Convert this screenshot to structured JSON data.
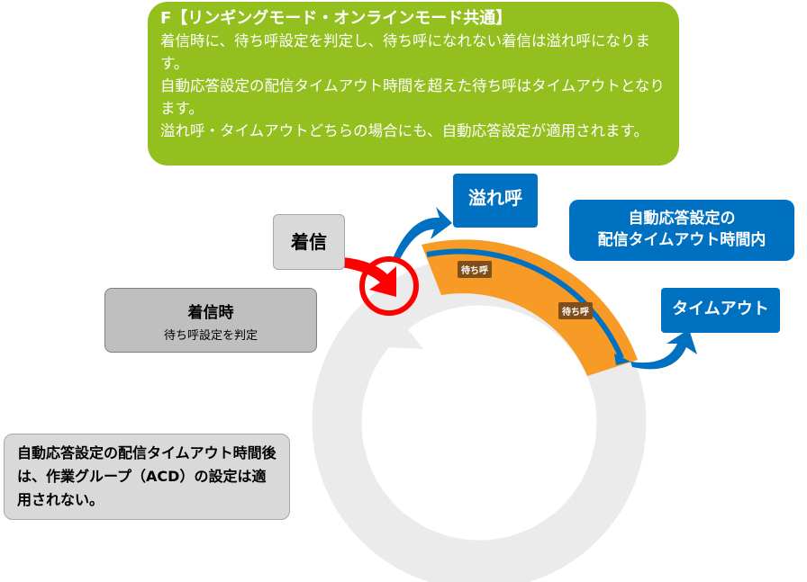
{
  "note": {
    "title": "F【リンギングモード・オンラインモード共通】",
    "lines": [
      "着信時に、待ち呼設定を判定し、待ち呼になれない着信は溢れ呼になります。",
      "自動応答設定の配信タイムアウト時間を超えた待ち呼はタイムアウトとなります。",
      "溢れ呼・タイムアウトどちらの場合にも、自動応答設定が適用されます。"
    ]
  },
  "overflow_label": "溢れ呼",
  "timeout_window_label": [
    "自動応答設定の",
    "配信タイムアウト時間内"
  ],
  "timeout_label": "タイムアウト",
  "incoming_label": "着信",
  "on_incoming": {
    "title": "着信時",
    "text": "待ち呼設定を判定"
  },
  "waiting_tags": [
    "待ち呼",
    "待ち呼"
  ],
  "after_timeout": "自動応答設定の配信タイムアウト時間後は、作業グループ（ACD）の設定は適用されない。",
  "colors": {
    "green": "#93c01f",
    "blue": "#0070c0",
    "orange": "#f79a26",
    "red": "#ff0000",
    "ring": "#ebebeb"
  }
}
